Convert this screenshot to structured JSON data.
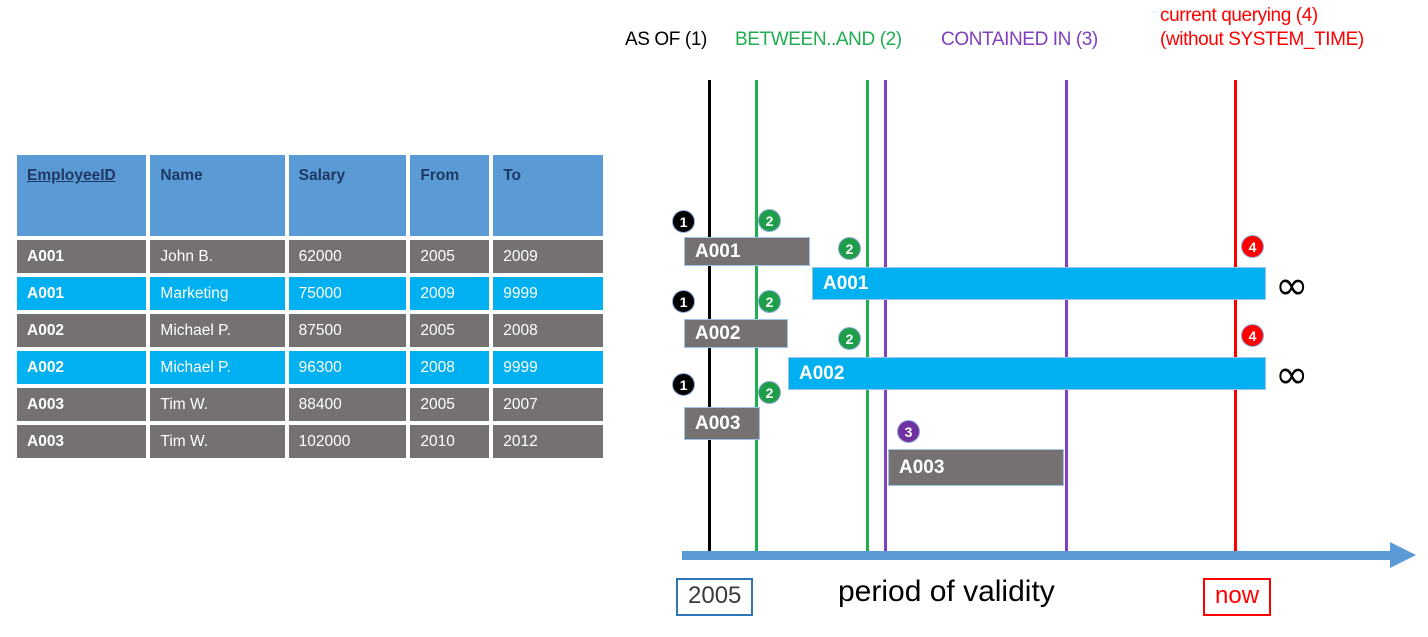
{
  "table": {
    "columns": [
      "EmployeeID",
      "Name",
      "Salary",
      "From",
      "To"
    ],
    "rows": [
      {
        "id": "A001",
        "name": "John  B.",
        "salary": "62000",
        "from": "2005",
        "to": "2009",
        "style": "gray"
      },
      {
        "id": "A001",
        "name": "Marketing",
        "salary": "75000",
        "from": "2009",
        "to": "9999",
        "style": "cyan"
      },
      {
        "id": "A002",
        "name": "Michael P.",
        "salary": "87500",
        "from": "2005",
        "to": "2008",
        "style": "gray"
      },
      {
        "id": "A002",
        "name": "Michael P.",
        "salary": "96300",
        "from": "2008",
        "to": "9999",
        "style": "cyan"
      },
      {
        "id": "A003",
        "name": "Tim W.",
        "salary": "88400",
        "from": "2005",
        "to": "2007",
        "style": "gray"
      },
      {
        "id": "A003",
        "name": "Tim W.",
        "salary": "102000",
        "from": "2010",
        "to": "2012",
        "style": "gray"
      }
    ],
    "header_bg": "#5B9BD5",
    "header_fg": "#1F3864",
    "gray_bg": "#767171",
    "cyan_bg": "#00B0F0"
  },
  "legend": {
    "as_of": "AS OF (1)",
    "between": "BETWEEN..AND (2)",
    "contained": "CONTAINED IN (3)",
    "current_line1": "current querying (4)",
    "current_line2": "(without SYSTEM_TIME)",
    "colors": {
      "as_of": "#000000",
      "between": "#1FAE50",
      "contained": "#7F3FBF",
      "current": "#FF0000"
    }
  },
  "timeline": {
    "bars": [
      {
        "key": "a001_old",
        "label": "A001",
        "style": "gray"
      },
      {
        "key": "a001_cur",
        "label": "A001",
        "style": "cyan"
      },
      {
        "key": "a002_old",
        "label": "A002",
        "style": "gray"
      },
      {
        "key": "a002_cur",
        "label": "A002",
        "style": "cyan"
      },
      {
        "key": "a003_old",
        "label": "A003",
        "style": "gray"
      },
      {
        "key": "a003_new",
        "label": "A003",
        "style": "gray"
      }
    ],
    "badges": {
      "one": "1",
      "two": "2",
      "three": "3",
      "four": "4"
    },
    "infinity": "∞",
    "axis": {
      "start_label": "2005",
      "end_label": "now",
      "title": "period of validity",
      "start_border": "#2E75B6",
      "end_border": "#FF0000",
      "axis_color": "#5B9BD5"
    },
    "vlines": [
      {
        "name": "as-of-line",
        "color": "#000000"
      },
      {
        "name": "between-start-line",
        "color": "#1FAE50"
      },
      {
        "name": "between-end-line",
        "color": "#1FAE50"
      },
      {
        "name": "contained-start-line",
        "color": "#7F3FBF"
      },
      {
        "name": "contained-end-line",
        "color": "#7F3FBF"
      },
      {
        "name": "now-line",
        "color": "#FF0000"
      }
    ]
  }
}
